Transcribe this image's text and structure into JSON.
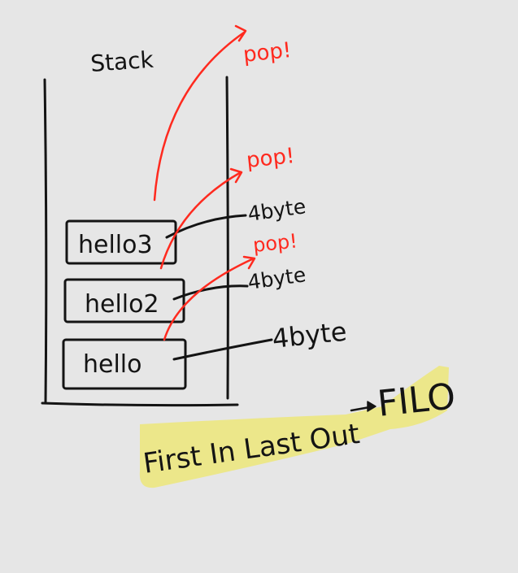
{
  "title": "Stack",
  "items": [
    {
      "label": "hello3",
      "size": "4byte",
      "pop": "pop!"
    },
    {
      "label": "hello2",
      "size": "4byte",
      "pop": "pop!"
    },
    {
      "label": "hello",
      "size": "4byte",
      "pop": "pop!"
    }
  ],
  "footer": {
    "text": "First In Last Out",
    "acronym": "FILO"
  },
  "colors": {
    "ink": "#141414",
    "pop": "#ff2a1f",
    "highlight": "#ece78a",
    "background": "#e6e6e6"
  }
}
